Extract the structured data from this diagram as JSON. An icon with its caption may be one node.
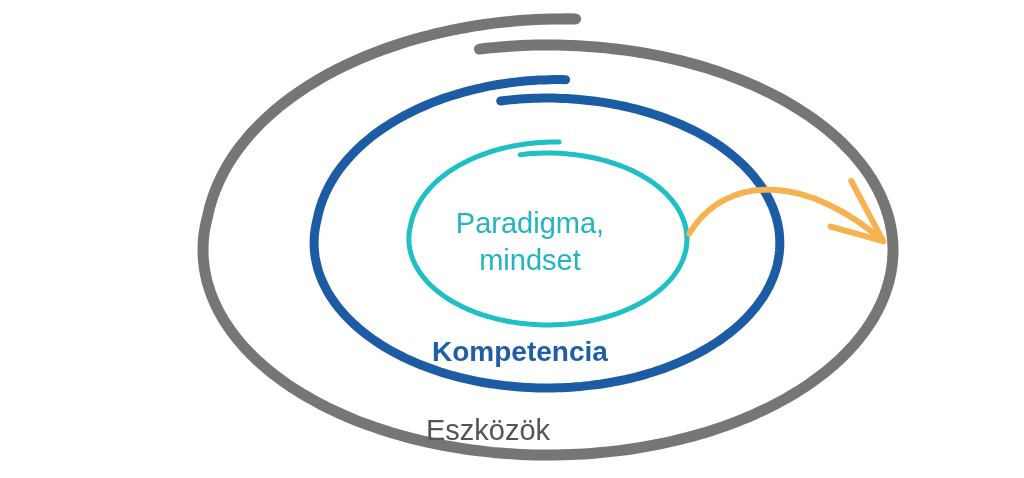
{
  "diagram": {
    "nodes": [
      {
        "text": [
          "Eszközök"
        ]
      },
      {
        "text": [
          "Kompetencia"
        ],
        "in": 0
      },
      {
        "text": [
          "Paradigma, mindset"
        ],
        "in": 1
      }
    ],
    "edges": [
      {
        "from": 2,
        "to": 0,
        "arrow": "to"
      }
    ]
  }
}
